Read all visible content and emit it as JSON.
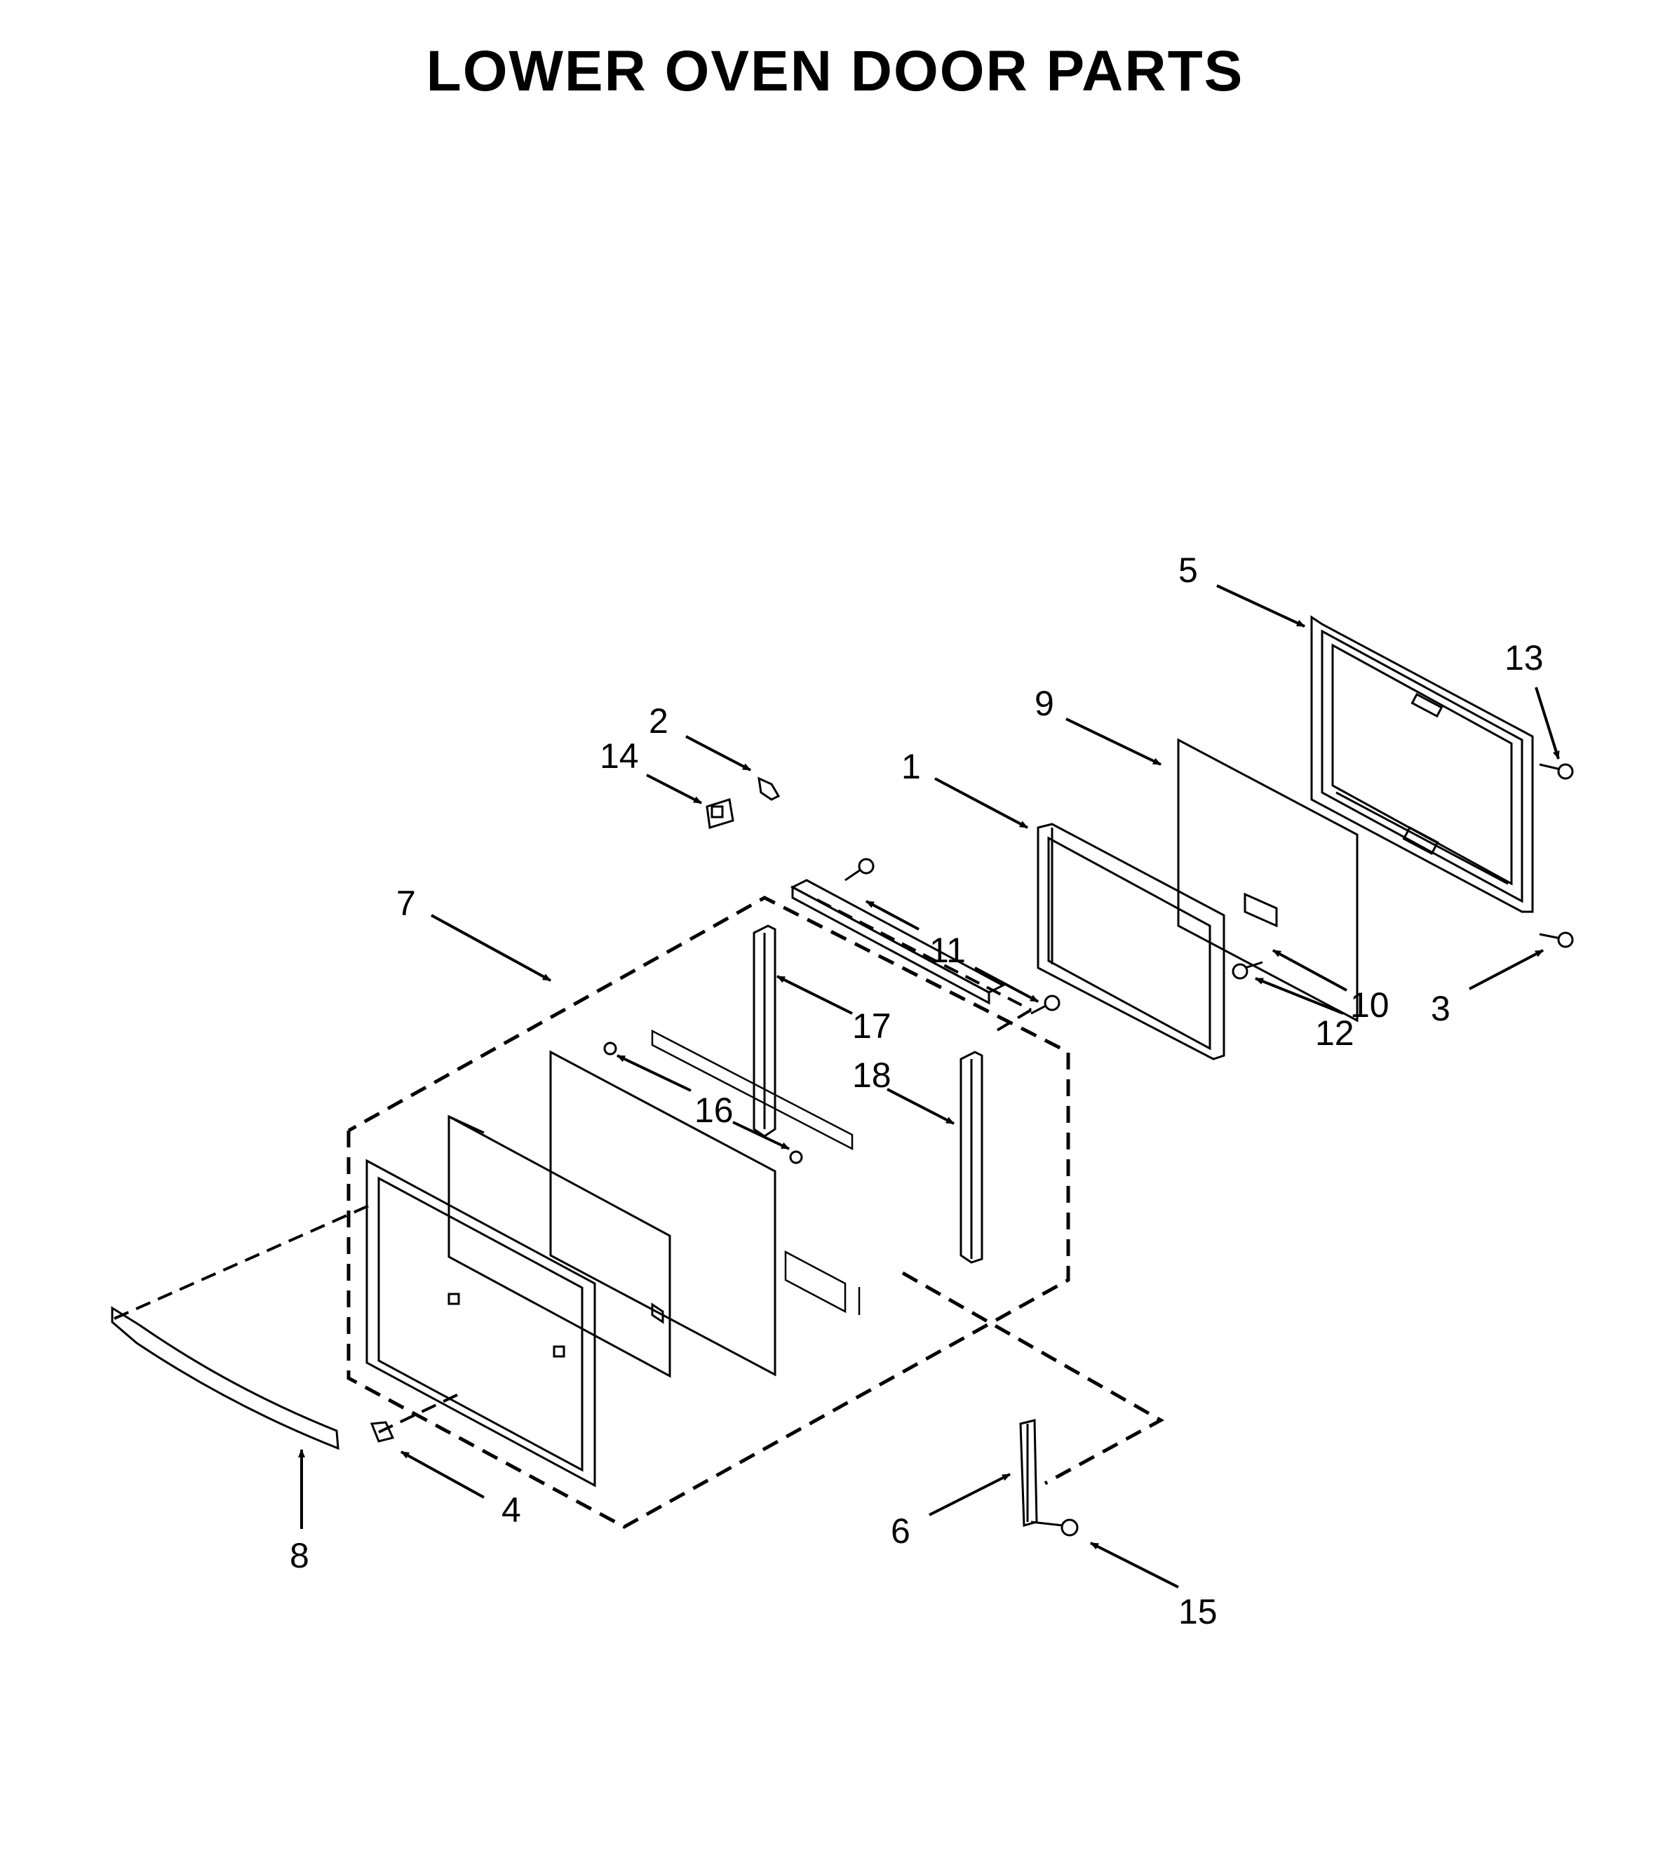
{
  "title": "LOWER OVEN DOOR PARTS",
  "callouts": [
    {
      "id": "1",
      "text": "1"
    },
    {
      "id": "2",
      "text": "2"
    },
    {
      "id": "3",
      "text": "3"
    },
    {
      "id": "4",
      "text": "4"
    },
    {
      "id": "5",
      "text": "5"
    },
    {
      "id": "6",
      "text": "6"
    },
    {
      "id": "7",
      "text": "7"
    },
    {
      "id": "8",
      "text": "8"
    },
    {
      "id": "9",
      "text": "9"
    },
    {
      "id": "10",
      "text": "10"
    },
    {
      "id": "11",
      "text": "11"
    },
    {
      "id": "12",
      "text": "12"
    },
    {
      "id": "13",
      "text": "13"
    },
    {
      "id": "14",
      "text": "14"
    },
    {
      "id": "15",
      "text": "15"
    },
    {
      "id": "16",
      "text": "16"
    },
    {
      "id": "17",
      "text": "17"
    },
    {
      "id": "18",
      "text": "18"
    }
  ]
}
